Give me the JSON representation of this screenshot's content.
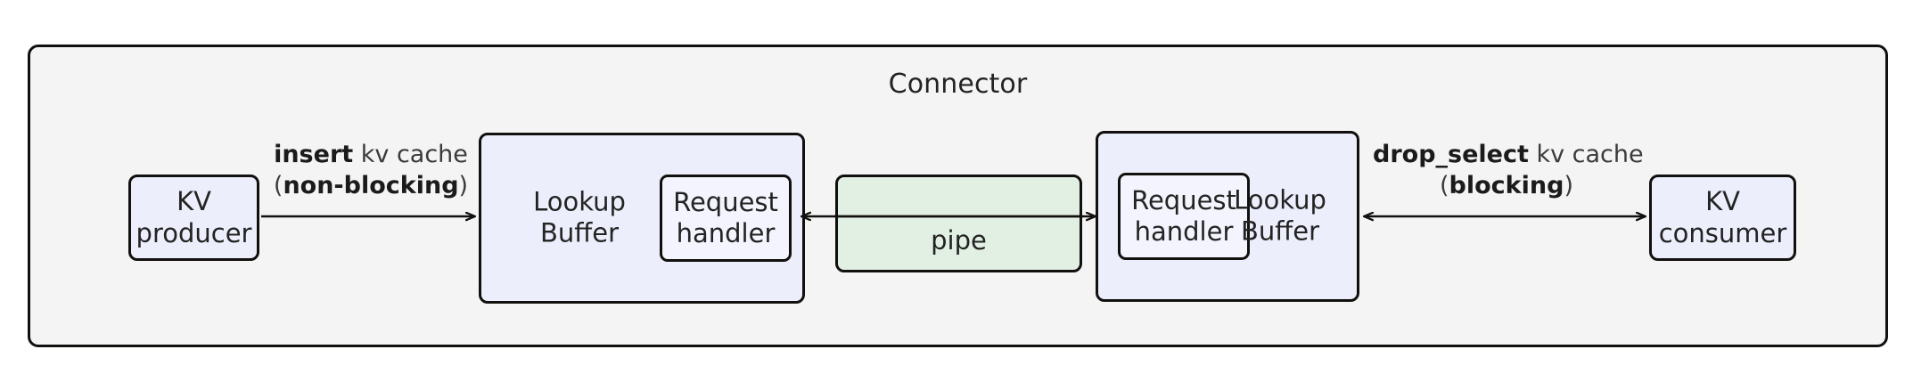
{
  "diagram": {
    "title": "Connector",
    "colors": {
      "container_bg": "#f4f4f4",
      "node_fill": "#eceefb",
      "pipe_fill": "#e2f0e4",
      "stroke": "#12100e",
      "text": "#232323"
    },
    "nodes": {
      "kv_producer": "KV\nproducer",
      "kv_consumer": "KV\nconsumer",
      "lookup_buffer_left": "Lookup\nBuffer",
      "lookup_buffer_right": "Lookup\nBuffer",
      "request_handler_left": "Request\nhandler",
      "request_handler_right": "Request\nhandler",
      "pipe": "pipe"
    },
    "edges": {
      "insert": {
        "op": "insert",
        "object": " kv cache",
        "open_paren": "(",
        "mode": "non-blocking",
        "close_paren": ")",
        "direction": "right"
      },
      "drop_select": {
        "op": "drop_select",
        "object": " kv cache",
        "open_paren": "(",
        "mode": "blocking",
        "close_paren": ")",
        "direction": "bidirectional"
      },
      "pipe_left_arrow": {
        "direction": "left"
      },
      "pipe_right_arrow": {
        "direction": "right"
      }
    }
  }
}
